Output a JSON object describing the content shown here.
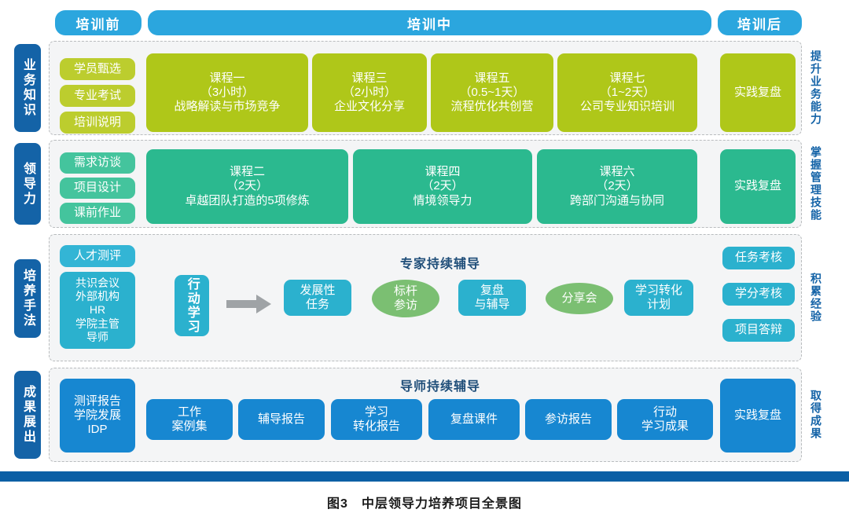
{
  "phases": [
    {
      "label": "培训前"
    },
    {
      "label": "培训中"
    },
    {
      "label": "培训后"
    }
  ],
  "categories": [
    {
      "label": "业务知识"
    },
    {
      "label": "领导力"
    },
    {
      "label": "培养手法"
    },
    {
      "label": "成果展出"
    }
  ],
  "outcomes": [
    {
      "label": "提升业务能力"
    },
    {
      "label": "掌握管理技能"
    },
    {
      "label": "积累经验"
    },
    {
      "label": "取得成果"
    }
  ],
  "row1": {
    "pre": [
      {
        "label": "学员甄选"
      },
      {
        "label": "专业考试"
      },
      {
        "label": "培训说明"
      }
    ],
    "courses": [
      {
        "label": "课程一\n（3小时）\n战略解读与市场竞争"
      },
      {
        "label": "课程三\n（2小时）\n企业文化分享"
      },
      {
        "label": "课程五\n（0.5~1天）\n流程优化共创营"
      },
      {
        "label": "课程七\n（1~2天）\n公司专业知识培训"
      }
    ],
    "post": [
      {
        "label": "实践复盘"
      }
    ]
  },
  "row2": {
    "pre": [
      {
        "label": "需求访谈"
      },
      {
        "label": "项目设计"
      },
      {
        "label": "课前作业"
      }
    ],
    "courses": [
      {
        "label": "课程二\n（2天）\n卓越团队打造的5项修炼"
      },
      {
        "label": "课程四\n（2天）\n情境领导力"
      },
      {
        "label": "课程六\n（2天）\n跨部门沟通与协同"
      }
    ],
    "post": [
      {
        "label": "实践复盘"
      }
    ]
  },
  "row3": {
    "title": "专家持续辅导",
    "pre": [
      {
        "label": "人才测评"
      },
      {
        "label": "共识会议\n外部机构\nHR\n学院主管\n导师"
      }
    ],
    "action": {
      "label": "行动学习"
    },
    "steps": [
      {
        "label": "发展性\n任务",
        "shape": "rect",
        "color": "cyan"
      },
      {
        "label": "标杆\n参访",
        "shape": "ellipse",
        "color": "green"
      },
      {
        "label": "复盘\n与辅导",
        "shape": "rect",
        "color": "cyan"
      },
      {
        "label": "分享会",
        "shape": "ellipse",
        "color": "green"
      },
      {
        "label": "学习转化\n计划",
        "shape": "rect",
        "color": "cyan"
      }
    ],
    "post": [
      {
        "label": "任务考核"
      },
      {
        "label": "学分考核"
      },
      {
        "label": "项目答辩"
      }
    ]
  },
  "row4": {
    "title": "导师持续辅导",
    "pre": [
      {
        "label": "测评报告\n学院发展\nIDP"
      }
    ],
    "items": [
      {
        "label": "工作\n案例集"
      },
      {
        "label": "辅导报告"
      },
      {
        "label": "学习\n转化报告"
      },
      {
        "label": "复盘课件"
      },
      {
        "label": "参访报告"
      },
      {
        "label": "行动\n学习成果"
      }
    ],
    "post": [
      {
        "label": "实践复盘"
      }
    ]
  },
  "caption": "图3　中层领导力培养项目全景图",
  "colors": {
    "phase_bar": "#2BA6DE",
    "category_tab": "#1463A7",
    "outcome_text": "#1463A7",
    "olive": "#AFC719",
    "olive_light": "#BCCD2E",
    "teal": "#2BB98F",
    "teal_light": "#44C49D",
    "cyan": "#2BB1CE",
    "blue": "#1787D1",
    "green": "#7BBF72",
    "footer_bar": "#0B5FA5",
    "arrow": "#9FA3A6"
  }
}
